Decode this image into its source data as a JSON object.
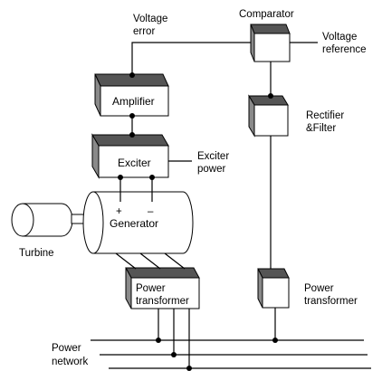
{
  "blocks": {
    "comparator": "Comparator",
    "amplifier": "Amplifier",
    "exciter": "Exciter",
    "generator": "Generator",
    "rectifier_line1": "Rectifier",
    "rectifier_line2": "&Filter",
    "power_transformer_left_line1": "Power",
    "power_transformer_left_line2": "transformer"
  },
  "labels": {
    "voltage_error_line1": "Voltage",
    "voltage_error_line2": "error",
    "voltage_reference_line1": "Voltage",
    "voltage_reference_line2": "reference",
    "exciter_power_line1": "Exciter",
    "exciter_power_line2": "power",
    "plus": "+",
    "minus": "–",
    "turbine": "Turbine",
    "power_transformer_right_line1": "Power",
    "power_transformer_right_line2": "transformer",
    "power_network_line1": "Power",
    "power_network_line2": "network"
  }
}
